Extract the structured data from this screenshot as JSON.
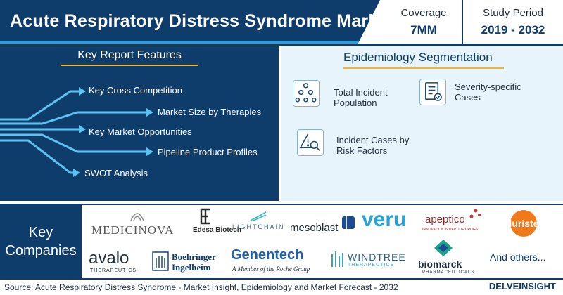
{
  "header": {
    "title": "Acute Respiratory Distress Syndrome Market",
    "coverage_label": "Coverage",
    "coverage_value": "7MM",
    "period_label": "Study Period",
    "period_value": "2019 - 2032"
  },
  "features": {
    "title": "Key Report Features",
    "items": [
      "Key Cross Competition",
      "Market Size by Therapies",
      "Key Market Opportunities",
      "Pipeline Product Profiles",
      "SWOT Analysis"
    ]
  },
  "segmentation": {
    "title": "Epidemiology Segmentation",
    "items": [
      {
        "line1": "Total Incident",
        "line2": "Population",
        "icon": "population-icon"
      },
      {
        "line1": "Severity-specific",
        "line2": "Cases",
        "icon": "checklist-icon"
      },
      {
        "line1": "Incident Cases by",
        "line2": "Risk Factors",
        "icon": "risk-search-icon"
      }
    ]
  },
  "companies": {
    "label_line1": "Key",
    "label_line2": "Companies",
    "logos": {
      "medicinova": "MEDICINOVA",
      "edesa": "Edesa Biotech",
      "lightchain": "LIGHTCHAIN",
      "mesoblast": "mesoblast",
      "veru": "veru",
      "apeptico": "apeptico",
      "apeptico_tag": "INNOVATION IN PEPTIDE DRUGS",
      "pluristem": "Pluristem",
      "avalo": "avalo",
      "avalo_sub": "THERAPEUTICS",
      "boehringer1": "Boehringer",
      "boehringer2": "Ingelheim",
      "genentech": "Genentech",
      "genentech_sub": "A Member of the Roche Group",
      "windtree": "WINDTREE",
      "windtree_sub": "THERAPEUTICS",
      "biomarck": "biomarck",
      "biomarck_sub": "PHARMACEUTICALS",
      "others": "And others..."
    }
  },
  "footer": {
    "source": "Source: Acute Respiratory Distress Syndrome - Market Insight, Epidemiology and Market Forecast - 2032",
    "brand": "DELVEINSIGHT"
  },
  "colors": {
    "navy": "#0f3d6b",
    "accent_blue": "#2f9bd8",
    "gold": "#f4b52a",
    "light_panel": "#e7f4fb"
  }
}
